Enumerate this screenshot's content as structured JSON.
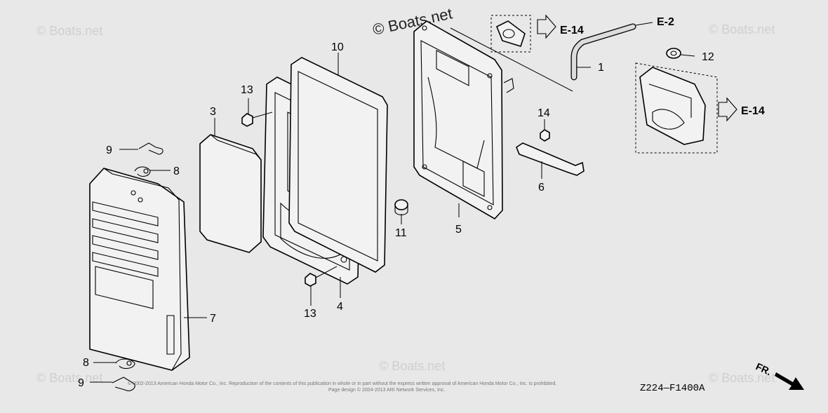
{
  "watermarks": {
    "main": "© Boats.net",
    "faint_tl": "© Boats.net",
    "faint_tr": "© Boats.net",
    "faint_bl": "© Boats.net",
    "faint_bm": "© Boats.net",
    "faint_br": "© Boats.net"
  },
  "callouts": {
    "p1": "1",
    "p3": "3",
    "p4": "4",
    "p5": "5",
    "p6": "6",
    "p7": "7",
    "p8a": "8",
    "p8b": "8",
    "p9a": "9",
    "p9b": "9",
    "p10": "10",
    "p11": "11",
    "p12": "12",
    "p13a": "13",
    "p13b": "13",
    "p14": "14"
  },
  "references": {
    "e14_top": "E-14",
    "e2": "E-2",
    "e14_right": "E-14"
  },
  "diagram_code": "Z224—F1400A",
  "front_marker": "FR.",
  "copyright_line1": "© 2002-2013 American Honda Motor Co., Inc. Reproduction of the contents of this publication in whole or in part without the express written approval of American Honda Motor Co., Inc. is prohibited.",
  "copyright_line2": "Page design © 2004-2013 ARI Network Services, Inc."
}
